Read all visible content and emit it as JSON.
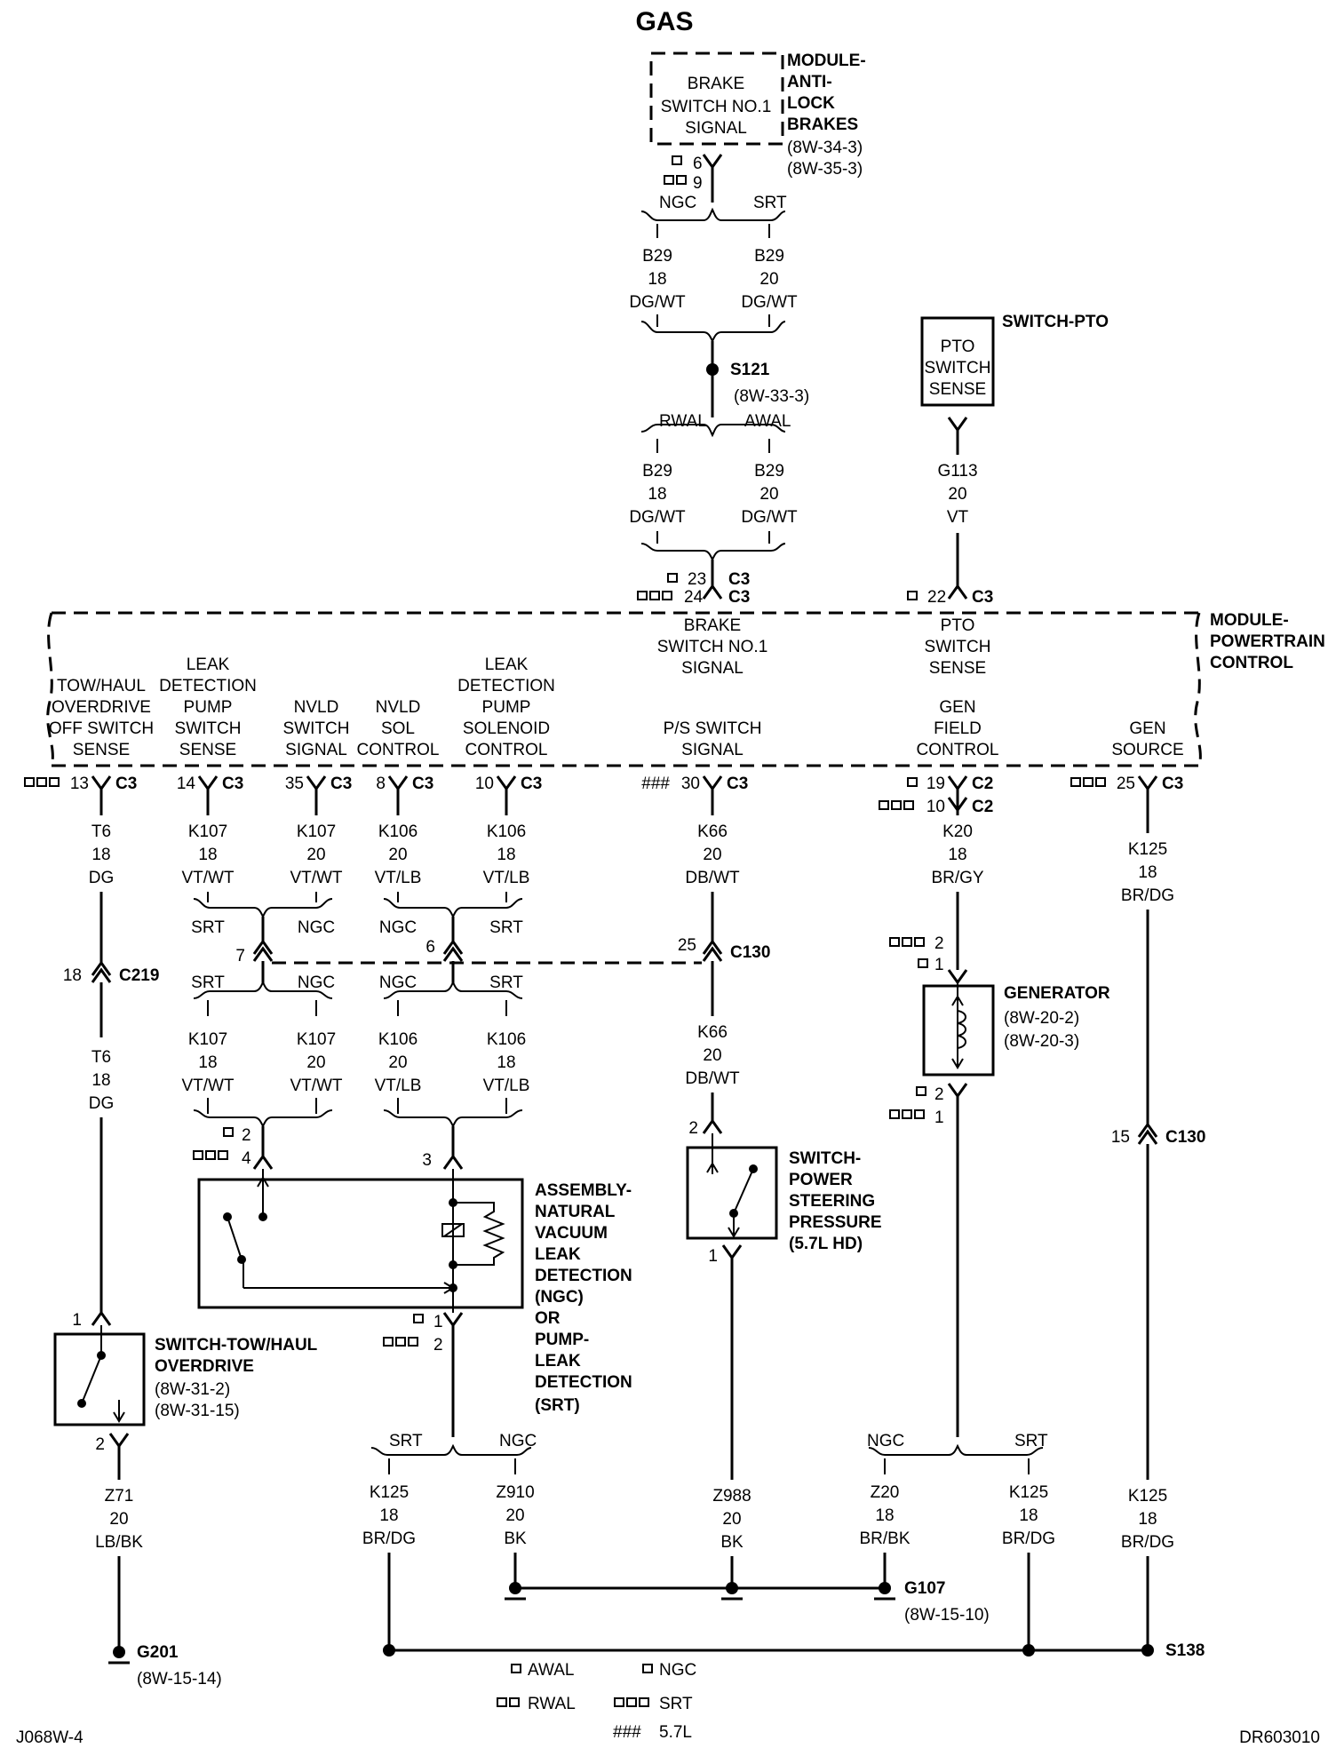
{
  "title": "GAS",
  "footer_left": "J068W-4",
  "footer_right": "DR603010",
  "abs_module": {
    "name": [
      "MODULE-",
      "ANTI-",
      "LOCK",
      "BRAKES"
    ],
    "refs": [
      "(8W-34-3)",
      "(8W-35-3)"
    ],
    "inner": [
      "BRAKE",
      "SWITCH NO.1",
      "SIGNAL"
    ],
    "pins": [
      "6",
      "9"
    ]
  },
  "pto_switch": {
    "name": "SWITCH-PTO",
    "inner": [
      "PTO",
      "SWITCH",
      "SENSE"
    ]
  },
  "pcm": {
    "name": [
      "MODULE-",
      "POWERTRAIN",
      "CONTROL"
    ]
  },
  "pcm_funcs": [
    {
      "id": "towhaul",
      "lines": [
        "TOW/HAUL",
        "OVERDRIVE",
        "OFF SWITCH",
        "SENSE"
      ]
    },
    {
      "id": "ldp_sense",
      "lines": [
        "LEAK",
        "DETECTION",
        "PUMP",
        "SWITCH",
        "SENSE"
      ]
    },
    {
      "id": "nvld_sw",
      "lines": [
        "NVLD",
        "SWITCH",
        "SIGNAL"
      ]
    },
    {
      "id": "nvld_sol",
      "lines": [
        "NVLD",
        "SOL",
        "CONTROL"
      ]
    },
    {
      "id": "ldp_sol",
      "lines": [
        "LEAK",
        "DETECTION",
        "PUMP",
        "SOLENOID",
        "CONTROL"
      ]
    },
    {
      "id": "brake",
      "lines": [
        "BRAKE",
        "SWITCH NO.1",
        "SIGNAL"
      ]
    },
    {
      "id": "ps",
      "lines": [
        "P/S SWITCH",
        "SIGNAL"
      ]
    },
    {
      "id": "pto",
      "lines": [
        "PTO",
        "SWITCH",
        "SENSE"
      ]
    },
    {
      "id": "genfield",
      "lines": [
        "GEN",
        "FIELD",
        "CONTROL"
      ]
    },
    {
      "id": "gensrc",
      "lines": [
        "GEN",
        "SOURCE"
      ]
    }
  ],
  "pins": {
    "top_23": "23",
    "top_24": "24",
    "top_c3a": "C3",
    "top_c3b": "C3",
    "pto_22": "22",
    "pto_c3": "C3",
    "p13": "13",
    "p14": "14",
    "p35": "35",
    "p8": "8",
    "p10": "10",
    "p30": "30",
    "p19": "19",
    "p10b": "10",
    "p25": "25",
    "c3": "C3",
    "c2": "C2",
    "c219_pin": "18",
    "c219": "C219",
    "c130_7": "7",
    "c130_6": "6",
    "c130_25": "25",
    "c130": "C130",
    "c130_15": "15",
    "s121": "S121",
    "s121_ref": "(8W-33-3)",
    "s138": "S138",
    "gen_2": "2",
    "gen_1": "1",
    "gen_b2": "2",
    "gen_b1": "1",
    "nvld_2": "2",
    "nvld_4": "4",
    "nvld_3": "3",
    "nvld_b1": "1",
    "nvld_b2": "2",
    "ps_2": "2",
    "ps_1": "1",
    "tow_1": "1",
    "tow_2": "2"
  },
  "variants": {
    "ngc": "NGC",
    "srt": "SRT",
    "rwal": "RWAL",
    "awal": "AWAL"
  },
  "wires": {
    "b29_18": [
      "B29",
      "18",
      "DG/WT"
    ],
    "b29_20": [
      "B29",
      "20",
      "DG/WT"
    ],
    "g113": [
      "G113",
      "20",
      "VT"
    ],
    "t6": [
      "T6",
      "18",
      "DG"
    ],
    "k107_18": [
      "K107",
      "18",
      "VT/WT"
    ],
    "k107_20": [
      "K107",
      "20",
      "VT/WT"
    ],
    "k106_20": [
      "K106",
      "20",
      "VT/LB"
    ],
    "k106_18": [
      "K106",
      "18",
      "VT/LB"
    ],
    "k66": [
      "K66",
      "20",
      "DB/WT"
    ],
    "k20": [
      "K20",
      "18",
      "BR/GY"
    ],
    "k125": [
      "K125",
      "18",
      "BR/DG"
    ],
    "z71": [
      "Z71",
      "20",
      "LB/BK"
    ],
    "z910": [
      "Z910",
      "20",
      "BK"
    ],
    "z988": [
      "Z988",
      "20",
      "BK"
    ],
    "z20": [
      "Z20",
      "18",
      "BR/BK"
    ]
  },
  "generator": {
    "name": "GENERATOR",
    "refs": [
      "(8W-20-2)",
      "(8W-20-3)"
    ]
  },
  "ps_switch": {
    "name": [
      "SWITCH-",
      "POWER",
      "STEERING",
      "PRESSURE",
      "(5.7L HD)"
    ]
  },
  "nvld": {
    "name": [
      "ASSEMBLY-",
      "NATURAL",
      "VACUUM",
      "LEAK",
      "DETECTION",
      "(NGC)",
      "OR",
      "PUMP-",
      "LEAK",
      "DETECTION",
      "(SRT)"
    ]
  },
  "towhaul_sw": {
    "name": [
      "SWITCH-TOW/HAUL",
      "OVERDRIVE"
    ],
    "refs": [
      "(8W-31-2)",
      "(8W-31-15)"
    ]
  },
  "grounds": {
    "g201": "G201",
    "g201_ref": "(8W-15-14)",
    "g107": "G107",
    "g107_ref": "(8W-15-10)"
  },
  "legend": {
    "awal": "AWAL",
    "rwal": "RWAL",
    "ngc": "NGC",
    "srt": "SRT",
    "l57": "5.7L"
  }
}
